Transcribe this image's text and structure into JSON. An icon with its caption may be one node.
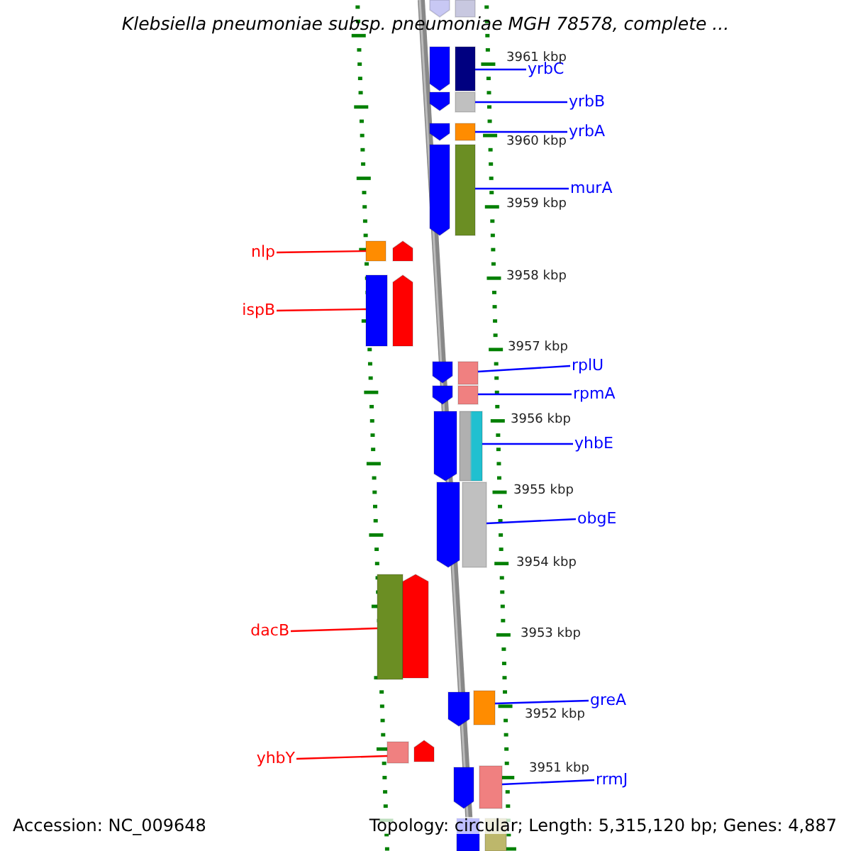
{
  "diagram": {
    "title": "Klebsiella pneumoniae subsp. pneumoniae MGH 78578, complete ...",
    "nodes": [
      {
        "text": [
          "yrbC"
        ]
      },
      {
        "text": [
          "yrbB"
        ]
      },
      {
        "text": [
          "yrbA"
        ]
      },
      {
        "text": [
          "murA"
        ]
      },
      {
        "text": [
          "nlp"
        ]
      },
      {
        "text": [
          "ispB"
        ]
      },
      {
        "text": [
          "rplU"
        ]
      },
      {
        "text": [
          "rpmA"
        ]
      },
      {
        "text": [
          "yhbE"
        ]
      },
      {
        "text": [
          "obgE"
        ]
      },
      {
        "text": [
          "dacB"
        ]
      },
      {
        "text": [
          "greA"
        ]
      },
      {
        "text": [
          "yhbY"
        ]
      },
      {
        "text": [
          "rrmJ"
        ]
      },
      {
        "text": [],
        "shape": "bar"
      },
      {
        "text": [],
        "shape": "bar"
      },
      {
        "text": [],
        "shape": "bar"
      },
      {
        "text": [],
        "shape": "bar"
      },
      {
        "text": [],
        "shape": "bar"
      },
      {
        "text": [],
        "shape": "bar"
      },
      {
        "text": [],
        "shape": "bar"
      },
      {
        "text": [],
        "shape": "bar"
      },
      {
        "text": [],
        "shape": "bar"
      },
      {
        "text": [],
        "shape": "bar"
      },
      {
        "text": [],
        "shape": "bar"
      },
      {
        "text": [],
        "shape": "bar"
      },
      {
        "text": [],
        "shape": "bar"
      },
      {
        "text": [],
        "shape": "bar"
      }
    ],
    "edges": [
      {
        "from": 0,
        "to": 14,
        "arrow": "none"
      },
      {
        "from": 1,
        "to": 15,
        "arrow": "none"
      },
      {
        "from": 2,
        "to": 16,
        "arrow": "none"
      },
      {
        "from": 3,
        "to": 17,
        "arrow": "none"
      },
      {
        "from": 4,
        "to": 18,
        "arrow": "none",
        "color": "#ff0000"
      },
      {
        "from": 5,
        "to": 19,
        "arrow": "none",
        "color": "#ff0000"
      },
      {
        "from": 6,
        "to": 20,
        "arrow": "none"
      },
      {
        "from": 7,
        "to": 21,
        "arrow": "none"
      },
      {
        "from": 8,
        "to": 22,
        "arrow": "none"
      },
      {
        "from": 9,
        "to": 23,
        "arrow": "none"
      },
      {
        "from": 10,
        "to": 24,
        "arrow": "none",
        "color": "#ff0000"
      },
      {
        "from": 11,
        "to": 25,
        "arrow": "none"
      },
      {
        "from": 12,
        "to": 26,
        "arrow": "none",
        "color": "#ff0000"
      },
      {
        "from": 13,
        "to": 27,
        "arrow": "none"
      }
    ],
    "labels": [
      "3961 kbp",
      "3960 kbp",
      "3959 kbp",
      "3958 kbp",
      "3957 kbp",
      "3956 kbp",
      "3955 kbp",
      "3954 kbp",
      "3953 kbp",
      "3952 kbp",
      "3951 kbp",
      "Accession: NC_009648",
      "Topology: circular; Length: 5,315,120 bp; Genes: 4,887"
    ]
  }
}
